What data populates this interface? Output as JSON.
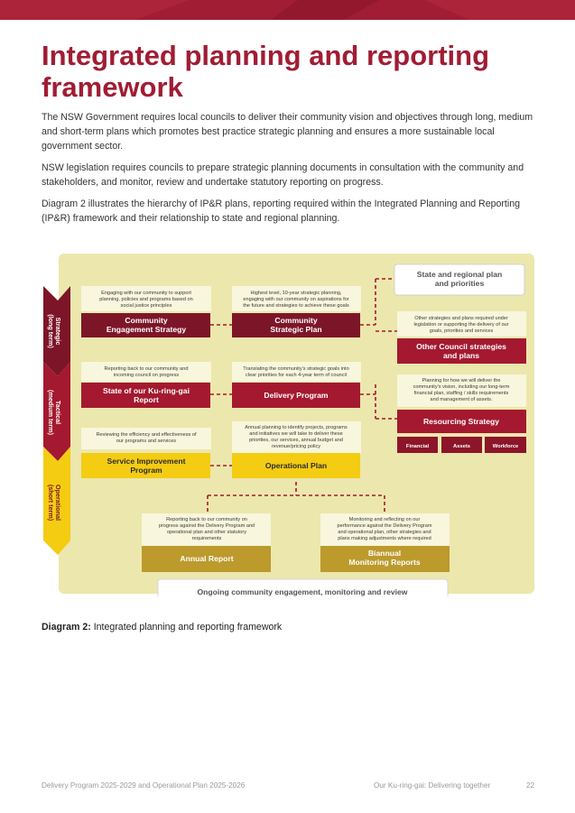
{
  "page": {
    "title": "Integrated planning and reporting framework",
    "paragraphs": [
      "The NSW Government requires local councils to deliver their community vision and objectives through long, medium and short-term plans which promotes best practice strategic planning and ensures a more sustainable local government sector.",
      "NSW legislation requires councils to prepare strategic planning documents in consultation with the community and stakeholders, and monitor, review and undertake statutory reporting on progress.",
      "Diagram 2 illustrates the hierarchy of IP&R plans, reporting required within the Integrated Planning and Reporting (IP&R) framework and their relationship to state and regional planning."
    ],
    "caption_label": "Diagram 2:",
    "caption_text": " Integrated planning and reporting framework",
    "footer_left": "Delivery Program 2025-2029 and Operational Plan 2025-2026",
    "footer_right": "Our Ku-ring-gai: Delivering together",
    "page_number": "22"
  },
  "diagram": {
    "side_labels": {
      "strategic": [
        "Strategic",
        "(long term)"
      ],
      "tactical": [
        "Tactical",
        "(medium term)"
      ],
      "operational": [
        "Operational",
        "(short term)"
      ]
    },
    "notes": {
      "engagement": [
        "Engaging with our community to support",
        "planning, policies and programs based on",
        "social justice principles"
      ],
      "csp": [
        "Highest level, 10-year strategic planning,",
        "engaging with our community on aspirations for",
        "the future and strategies to achieve these goals"
      ],
      "state_report": [
        "Reporting back to our community and",
        "incoming council on progress"
      ],
      "delivery": [
        "Translating the community's strategic goals into",
        "clear priorities for each 4-year term of council"
      ],
      "improvement": [
        "Reviewing the efficiency and effectiveness of",
        "our programs and services"
      ],
      "operational": [
        "Annual planning to identify projects, programs",
        "and initiatives we will take to deliver these",
        "priorities, our services, annual budget and",
        "revenue/pricing policy"
      ],
      "other": [
        "Other strategies and plans required under",
        "legislation or supporting the delivery of our",
        "goals, priorities and services"
      ],
      "resourcing": [
        "Planning for how we will deliver the",
        "community's vision, including our long-term",
        "financial plan, staffing / skills requirements",
        "and management of assets."
      ],
      "annual": [
        "Reporting back to our community on",
        "progress against the Delivery Program and",
        "operational plan and other statutory",
        "requirements"
      ],
      "biannual": [
        "Monitoring and reflecting on our",
        "performance against the Delivery Program",
        "and operational plan, other strategies and",
        "plans making adjustments where required"
      ]
    },
    "boxes": {
      "state_regional": [
        "State and regional plan",
        "and priorities"
      ],
      "engagement": [
        "Community",
        "Engagement Strategy"
      ],
      "csp": [
        "Community",
        "Strategic Plan"
      ],
      "other": [
        "Other Council strategies",
        "and plans"
      ],
      "state_report": [
        "State of our Ku-ring-gai",
        "Report"
      ],
      "delivery": [
        "Delivery Program"
      ],
      "resourcing": [
        "Resourcing Strategy"
      ],
      "financial": [
        "Financial"
      ],
      "assets": [
        "Assets"
      ],
      "workforce": [
        "Workforce"
      ],
      "improvement": [
        "Service Improvement",
        "Program"
      ],
      "operational": [
        "Operational Plan"
      ],
      "annual": [
        "Annual Report"
      ],
      "biannual": [
        "Biannual",
        "Monitoring Reports"
      ],
      "ongoing": [
        "Ongoing community engagement, monitoring and review"
      ]
    }
  },
  "colors": {
    "maroon": "#7d1529",
    "red": "#a4192f",
    "yellow": "#f4cc12",
    "olive": "#bc9a2c",
    "panel": "#ece7ad",
    "note_bg": "#f8f6dc",
    "title": "#a01d34"
  }
}
